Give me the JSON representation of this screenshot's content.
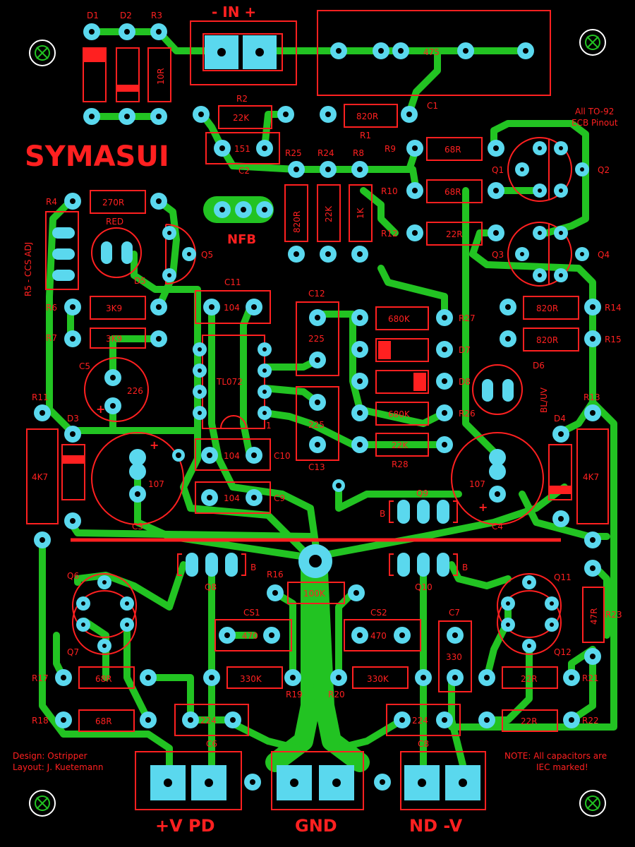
{
  "board": {
    "title": "SYMASUI",
    "input_label": "-  IN  +",
    "nfb_label": "NFB",
    "pinout_note_1": "All TO-92",
    "pinout_note_2": "ECB Pinout",
    "design_credit": "Design: Ostripper",
    "layout_credit": "Layout: J. Kuetemann",
    "cap_note_1": "NOTE: All capacitors are",
    "cap_note_2": "IEC marked!",
    "terminal_pos": "+V  PD",
    "terminal_gnd": "GND",
    "terminal_neg": "ND  -V",
    "led_red": "RED",
    "led_blue": "BL/UV",
    "r5_note": "R5 - CCS ADJ",
    "ic_name": "TL072"
  },
  "components": {
    "D1": "D1",
    "D2": "D2",
    "R3": "R3",
    "R3_val": "10R",
    "R2": "R2",
    "R2_val": "22K",
    "R1": "R1",
    "R1_val": "820R",
    "C1": "C1",
    "C1_val": "475",
    "C2": "C2",
    "C2_val": "151",
    "R25": "R25",
    "R25_val": "820R",
    "R24": "R24",
    "R24_val": "22K",
    "R8": "R8",
    "R8_val": "1K",
    "R9": "R9",
    "R9_val": "68R",
    "R10": "R10",
    "R10_val": "68R",
    "R12": "R12",
    "R12_val": "22R",
    "Q1": "Q1",
    "Q2": "Q2",
    "Q3": "Q3",
    "Q4": "Q4",
    "Q5": "Q5",
    "R4": "R4",
    "R4_val": "270R",
    "D5": "D5",
    "R6": "R6",
    "R6_val": "3K9",
    "R7": "R7",
    "R7_val": "3K9",
    "C11": "C11",
    "C11_val": "104",
    "C12": "C12",
    "C12_val": "225",
    "R27": "R27",
    "R27_val": "680K",
    "D7": "D7",
    "D8": "D8",
    "R26": "R26",
    "R26_val": "680K",
    "R28": "R28",
    "R28_val": "22K",
    "C13": "C13",
    "C13_val": "225",
    "R14": "R14",
    "R14_val": "820R",
    "R15": "R15",
    "R15_val": "820R",
    "D6": "D6",
    "C5": "C5",
    "C5_val": "226",
    "R11": "R11",
    "R13": "R13",
    "D3": "D3",
    "D4": "D4",
    "R11_val": "4K7",
    "R13_val": "4K7",
    "C10": "C10",
    "C10_val": "104",
    "C9": "C9",
    "C9_val": "104",
    "C3": "C3",
    "C3_val": "107",
    "C4": "C4",
    "C4_val": "107",
    "Q9": "Q9",
    "Q8": "Q8",
    "Q10": "Q10",
    "B": "B",
    "Q6": "Q6",
    "Q7": "Q7",
    "Q11": "Q11",
    "Q12": "Q12",
    "R16": "R16",
    "R16_val": "100K",
    "CS1": "CS1",
    "CS1_val": "470",
    "CS2": "CS2",
    "CS2_val": "470",
    "C7": "C7",
    "C7_val": "330",
    "R23": "R23",
    "R23_val": "47R",
    "R17": "R17",
    "R17_val": "68R",
    "R18": "R18",
    "R18_val": "68R",
    "R19": "R19",
    "R19_val": "330K",
    "R20": "R20",
    "R20_val": "330K",
    "R21": "R21",
    "R21_val": "22R",
    "R22": "R22",
    "R22_val": "22R",
    "C6": "C6",
    "C6_val": "224",
    "C8": "C8",
    "C8_val": "224",
    "ic_pin1": "1"
  },
  "colors": {
    "background": "#000000",
    "copper": "#22c322",
    "pad": "#5ad8ee",
    "silkscreen": "#ff2020"
  }
}
